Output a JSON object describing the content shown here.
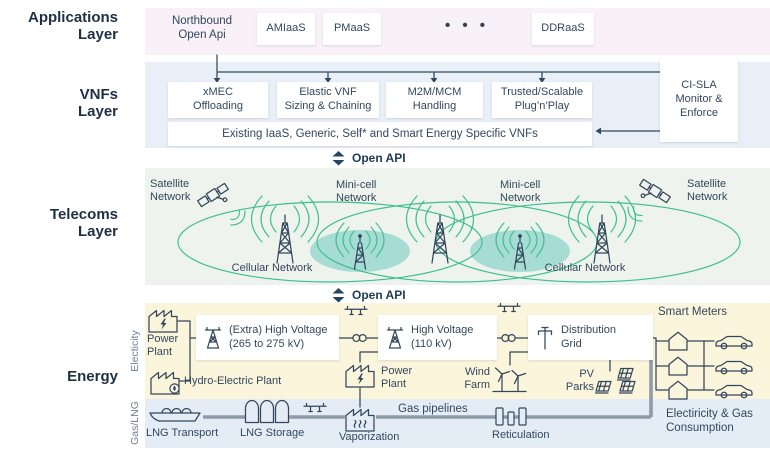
{
  "colors": {
    "accent_green": "#3cbe8e",
    "teal_fill": "#a7dcd4",
    "navy_text": "#33475c",
    "band_applications": "#f8f1f7",
    "band_vnfs": "#e9eff7",
    "band_telecoms": "#eef3ee",
    "band_electricity": "#fbf5dc",
    "band_gas": "#e4edf6",
    "pipe_gray": "#8e9ca8"
  },
  "layer_labels": {
    "applications": "Applications\nLayer",
    "vnfs": "VNFs\nLayer",
    "telecoms": "Telecoms\nLayer",
    "energy": "Energy"
  },
  "applications": {
    "northbound": "Northbound\nOpen Api",
    "services": [
      "AMIaaS",
      "PMaaS",
      "DDRaaS"
    ],
    "ellipsis": "• • •"
  },
  "vnfs": {
    "boxes": [
      "xMEC\nOffloading",
      "Elastic VNF\nSizing & Chaining",
      "M2M/MCM\nHandling",
      "Trusted/Scalable\nPlug’n’Play"
    ],
    "monitor": "CI-SLA\nMonitor &\nEnforce",
    "bar": "Existing IaaS, Generic, Self* and Smart Energy Specific VNFs"
  },
  "open_api": "Open API",
  "telecoms": {
    "satellite_left": "Satellite\nNetwork",
    "minicell_left": "Mini-cell\nNetwork",
    "minicell_right": "Mini-cell\nNetwork",
    "satellite_right": "Satellite\nNetwork",
    "cellular_left": "Cellular Network",
    "cellular_right": "Cellular Network"
  },
  "energy": {
    "electricity_label": "Electicity",
    "gas_label": "Gas/LNG",
    "power_plant_1": "Power\nPlant",
    "hydro": "Hydro-Electric Plant",
    "extra_hv": "(Extra) High Voltage\n(265 to 275 kV)",
    "hv": "High Voltage\n(110 kV)",
    "power_plant_2": "Power\nPlant",
    "wind_farm": "Wind\nFarm",
    "distribution": "Distribution\nGrid",
    "pv_parks": "PV\nParks",
    "smart_meters": "Smart Meters",
    "lng_transport": "LNG Transport",
    "lng_storage": "LNG Storage",
    "vaporization": "Vaporization",
    "gas_pipelines": "Gas pipelines",
    "reticulation": "Reticulation",
    "consumption": "Electiricity & Gas\nConsumption"
  }
}
